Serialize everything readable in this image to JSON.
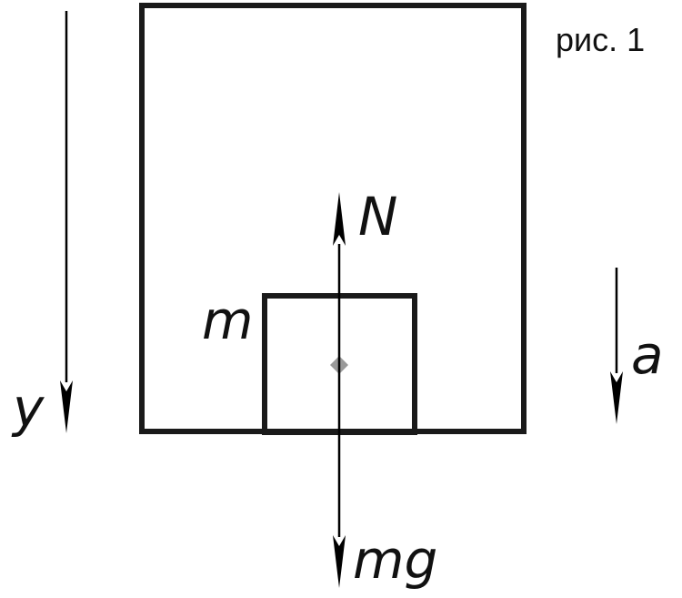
{
  "figure": {
    "caption": "рис. 1"
  },
  "labels": {
    "axis_y": "y",
    "mass": "m",
    "normal_force": "N",
    "gravity_force": "mg",
    "acceleration": "a"
  }
}
